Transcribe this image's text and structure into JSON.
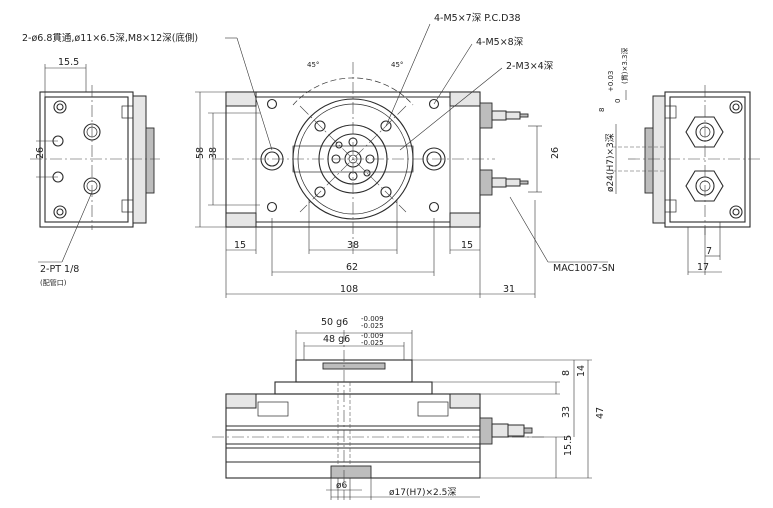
{
  "labels": {
    "holes_back": "2-ø6.8貫通,ø11×6.5深,M8×12深(底側)",
    "m5x7": "4-M5×7深 P.C.D38",
    "m5x8": "4-M5×8深",
    "m3x4": "2-M3×4深",
    "pt": "2-PT 1/8",
    "pt_sub": "(配管口)",
    "model": "MAC1007-SN",
    "angle_left": "45°",
    "angle_right": "45°",
    "tol_top_a": "8",
    "tol_top_b": "+0.03",
    "tol_top_c": "0",
    "tol_top_d": "(貫)×3.3深",
    "d_h7": "ø24(H7)×3深",
    "d17_h7": "ø17(H7)×2.5深",
    "g50": "50 g6",
    "g50_tol_u": "-0.009",
    "g50_tol_l": "-0.025",
    "g48": "48 g6",
    "g48_tol_u": "-0.009",
    "g48_tol_l": "-0.025",
    "phi6": "ø6"
  },
  "dims": {
    "d15_5": "15.5",
    "d26_left": "26",
    "d58": "58",
    "d38_v": "38",
    "d15_l": "15",
    "d38_h": "38",
    "d15_r": "15",
    "d62": "62",
    "d108": "108",
    "d31": "31",
    "d26_right": "26",
    "d7": "7",
    "d17": "17",
    "d8": "8",
    "d14": "14",
    "d33": "33",
    "d47": "47",
    "d15_5b": "15.5"
  }
}
